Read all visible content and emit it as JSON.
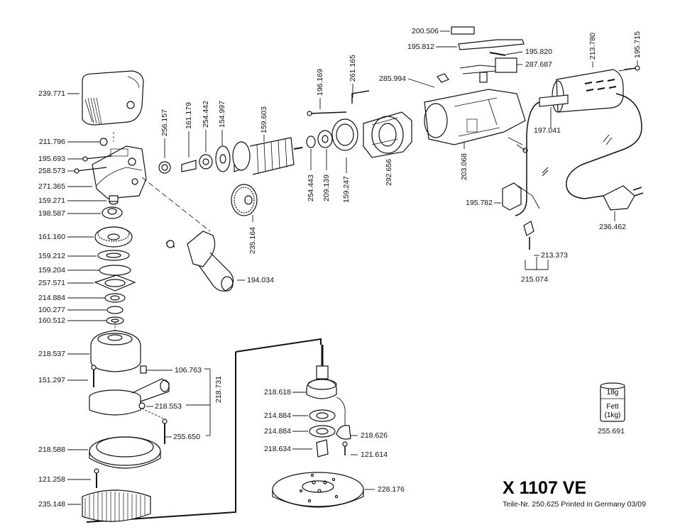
{
  "title": "X 1107 VE",
  "subtitle": "Teile-Nr. 250.625 Printed in Germany 03/09",
  "grease_jar": {
    "weight": "18g",
    "line1": "Fett",
    "line2": "(1kg)",
    "part": "255.691"
  },
  "parts": {
    "p239771": "239.771",
    "p211796": "211.796",
    "p195693": "195.693",
    "p258573": "258.573",
    "p271365": "271.365",
    "p159271": "159.271",
    "p198587": "198.587",
    "p161160": "161.160",
    "p159212": "159.212",
    "p159204": "159.204",
    "p257571": "257.571",
    "p214884a": "214.884",
    "p100277": "100.277",
    "p160512": "160.512",
    "p218537": "218.537",
    "p151297": "151.297",
    "p106763": "106.763",
    "p218731": "218.731",
    "p218553": "218.553",
    "p255650": "255.650",
    "p218588": "218.588",
    "p121258": "121.258",
    "p235148": "235.148",
    "p256157": "256.157",
    "p161179": "161.179",
    "p254442": "254.442",
    "p154997": "154.997",
    "p159603": "159.603",
    "p235164": "235.164",
    "p194034": "194.034",
    "p196169": "196.169",
    "p261165": "261.165",
    "p254443": "254.443",
    "p209139": "209.139",
    "p159247": "159.247",
    "p292656": "292.656",
    "p285994": "285.994",
    "p203068": "203.068",
    "p200506": "200.506",
    "p195812": "195.812",
    "p195820": "195.820",
    "p287687": "287.687",
    "p213780": "213.780",
    "p195715": "195.715",
    "p197041": "197.041",
    "p195782": "195.782",
    "p236462": "236.462",
    "p213373": "213.373",
    "p215074": "215.074",
    "p218618": "218.618",
    "p214884b": "214.884",
    "p214884c": "214.884",
    "p218626": "218.626",
    "p218634": "218.634",
    "p121614": "121.614",
    "p228176": "228.176"
  }
}
